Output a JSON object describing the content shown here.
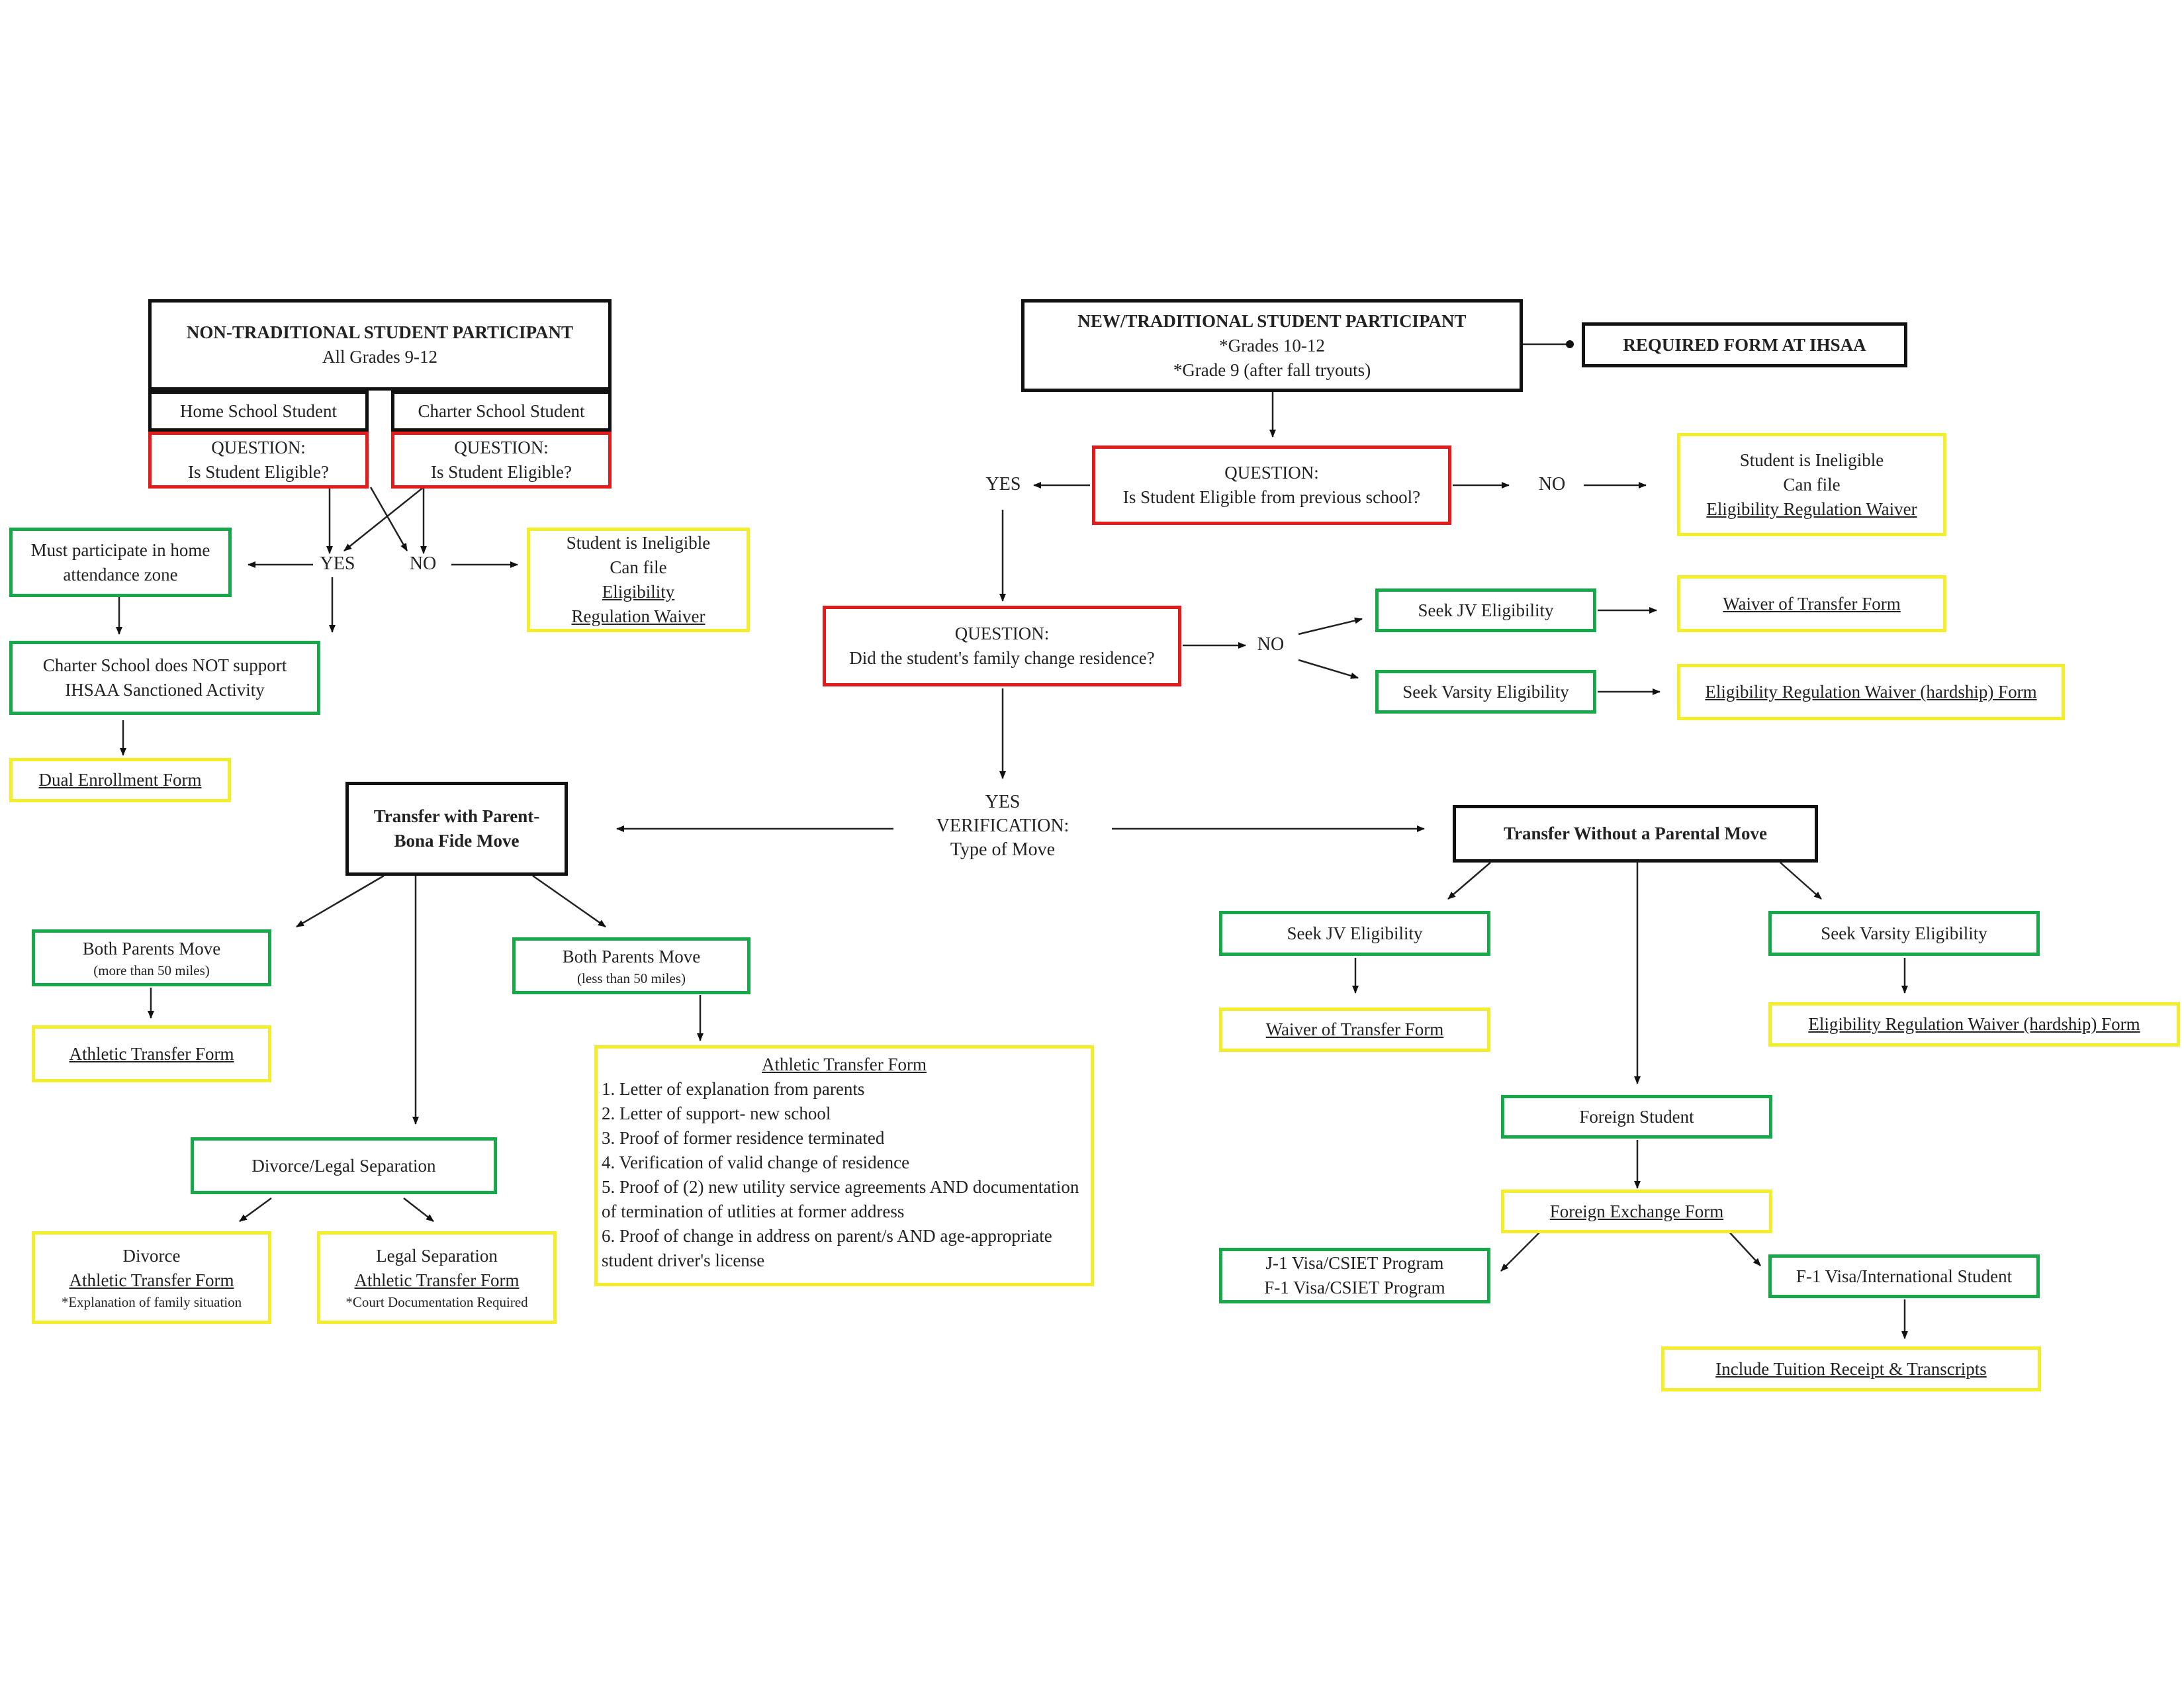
{
  "nontrad": {
    "title": "NON-TRADITIONAL STUDENT PARTICIPANT",
    "sub": "All Grades 9-12",
    "home": "Home School Student",
    "charter": "Charter School Student",
    "q_label": "QUESTION:",
    "q_text": "Is Student Eligible?",
    "yes": "YES",
    "no": "NO",
    "home_zone": "Must participate in home attendance zone",
    "charter_no_support": "Charter School does NOT support IHSAA Sanctioned Activity",
    "dual_form": "Dual Enrollment Form",
    "inelig_1": "Student is Ineligible",
    "inelig_2": "Can file",
    "inelig_3": "Eligibility Regulation Waiver"
  },
  "trad": {
    "title": "NEW/TRADITIONAL STUDENT PARTICIPANT",
    "sub1": "*Grades 10-12",
    "sub2": "*Grade 9 (after fall tryouts)",
    "required": "REQUIRED FORM AT IHSAA",
    "q1_label": "QUESTION:",
    "q1_text": "Is Student Eligible from previous school?",
    "yes": "YES",
    "no": "NO",
    "inelig_1": "Student is Ineligible",
    "inelig_2": "Can file",
    "inelig_3": "Eligibility Regulation Waiver",
    "q2_label": "QUESTION:",
    "q2_text": "Did the student's family change residence?",
    "no2": "NO",
    "seek_jv": "Seek JV Eligibility",
    "seek_varsity": "Seek Varsity Eligibility",
    "waiver_transfer": "Waiver of Transfer Form",
    "hardship": "Eligibility Regulation Waiver (hardship) Form",
    "verif_1": "YES",
    "verif_2": "VERIFICATION:",
    "verif_3": "Type of Move"
  },
  "bonafide": {
    "title": "Transfer with Parent- Bona Fide Move",
    "both_more": "Both Parents Move",
    "both_more_sub": "(more than 50 miles)",
    "both_less": "Both Parents Move",
    "both_less_sub": "(less than 50 miles)",
    "athletic_form": "Athletic Transfer Form",
    "divorce_legal": "Divorce/Legal Separation",
    "divorce": "Divorce",
    "divorce_form": "Athletic Transfer Form",
    "divorce_note": "*Explanation of family situation",
    "legal": "Legal Separation",
    "legal_form": "Athletic Transfer Form",
    "legal_note": "*Court Documentation Required",
    "list_title": "Athletic Transfer Form",
    "list": [
      "1. Letter of explanation from parents",
      "2. Letter of support- new school",
      "3. Proof of former residence terminated",
      "4. Verification of valid change of residence",
      "5. Proof of (2) new utility service agreements AND documentation of termination of utlities at former address",
      "6. Proof of change in address on parent/s AND age-appropriate student driver's license"
    ]
  },
  "nomove": {
    "title": "Transfer Without a Parental Move",
    "seek_jv": "Seek JV Eligibility",
    "waiver_transfer": "Waiver of Transfer Form",
    "seek_varsity": "Seek Varsity Eligibility",
    "hardship": "Eligibility Regulation Waiver (hardship) Form",
    "foreign": "Foreign Student",
    "foreign_form": "Foreign Exchange Form",
    "j1": "J-1 Visa/CSIET Program",
    "f1a": "F-1 Visa/CSIET Program",
    "f1": "F-1 Visa/International Student",
    "tuition": "Include Tuition Receipt & Transcripts"
  },
  "colors": {
    "question": "#e31b1b",
    "action": "#17a84a",
    "form": "#f2ee2c",
    "header": "#111111"
  }
}
